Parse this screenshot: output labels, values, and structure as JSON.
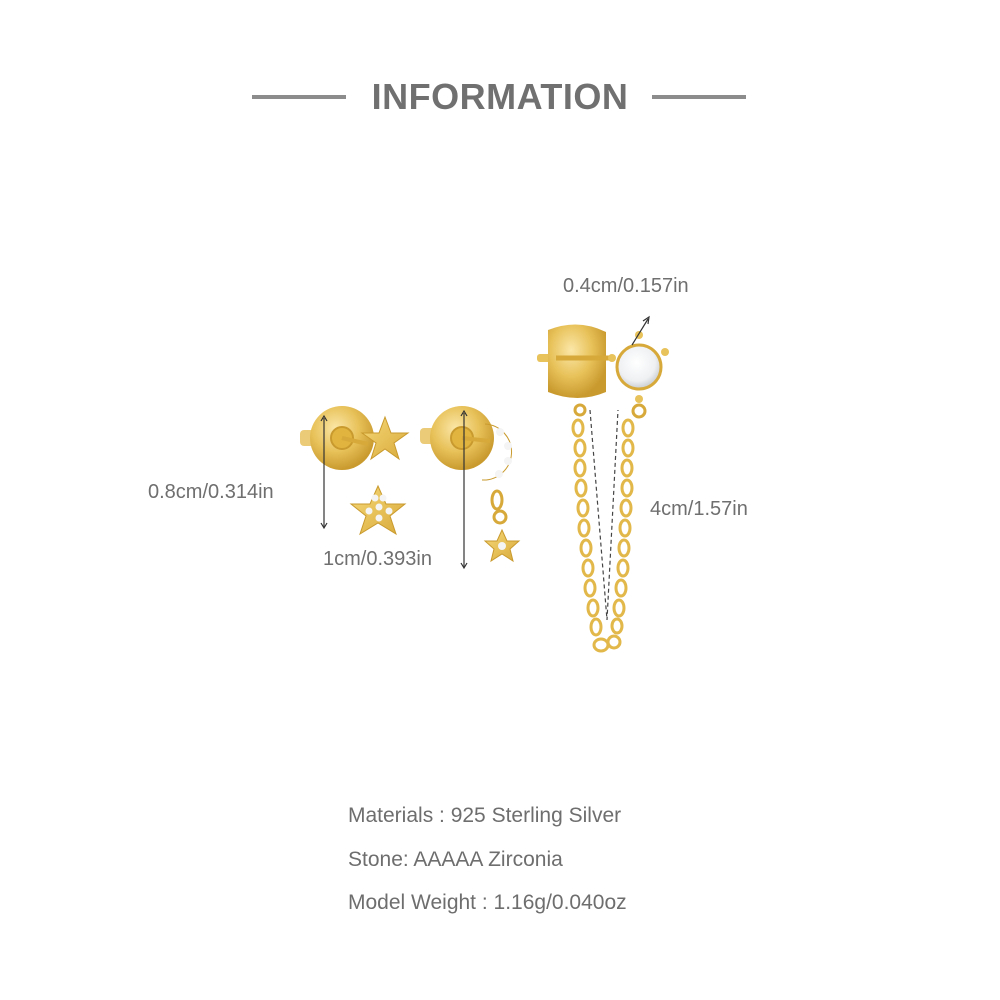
{
  "header": {
    "title": "INFORMATION"
  },
  "dimensions": {
    "star_stud_height": "0.8cm/0.314in",
    "moon_drop_height": "1cm/0.393in",
    "stone_diameter": "0.4cm/0.157in",
    "chain_length": "4cm/1.57in"
  },
  "specs": {
    "materials": "Materials : 925 Sterling Silver",
    "stone": "Stone: AAAAA Zirconia",
    "weight": "Model Weight : 1.16g/0.040oz"
  },
  "colors": {
    "gold": "#E8C25A",
    "gold_dark": "#C99A2E",
    "text_gray": "#6E6E6E",
    "rule_gray": "#8C8C8C"
  }
}
